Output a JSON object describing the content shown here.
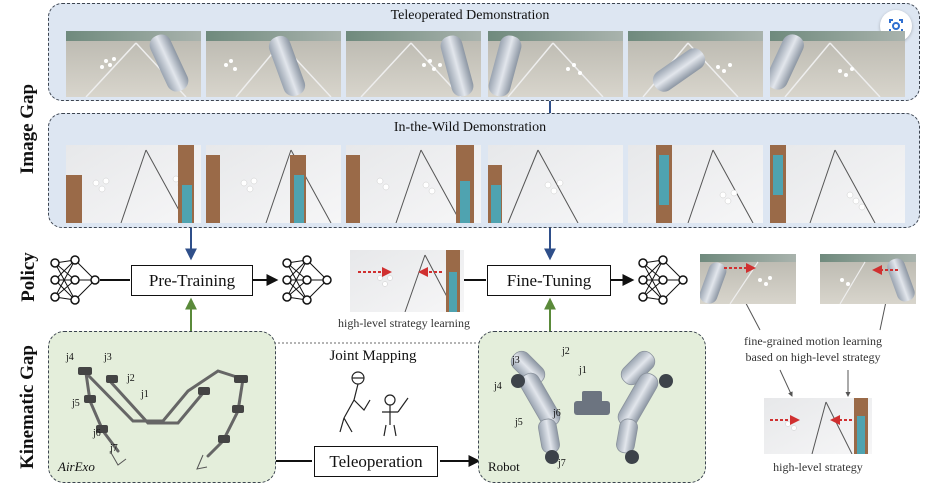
{
  "rows": {
    "image_gap": "Image Gap",
    "policy": "Policy",
    "kinematic_gap": "Kinematic Gap"
  },
  "panels": {
    "teleoperated_title": "Teleoperated Demonstration",
    "in_the_wild_title": "In-the-Wild Demonstration"
  },
  "boxes": {
    "pre_training": "Pre-Training",
    "fine_tuning": "Fine-Tuning",
    "teleoperation": "Teleoperation"
  },
  "captions": {
    "high_level_strategy_learning": "high-level strategy learning",
    "fine_grained_line1": "fine-grained motion learning",
    "fine_grained_line2": "based on high-level strategy",
    "high_level_strategy": "high-level strategy",
    "joint_mapping": "Joint Mapping",
    "airexo": "AirExo",
    "robot": "Robot"
  },
  "joints_airexo": [
    "j4",
    "j3",
    "j2",
    "j1",
    "j5",
    "j6",
    "j7"
  ],
  "joints_robot": [
    "j2",
    "j3",
    "j1",
    "j4",
    "j6",
    "j5",
    "j7"
  ],
  "colors": {
    "blue_panel": "#dde6f2",
    "green_panel": "#e4eedb",
    "blue_arrow": "#2f4f8a",
    "green_arrow": "#5a8a3a",
    "red_dashed": "#d03030"
  }
}
